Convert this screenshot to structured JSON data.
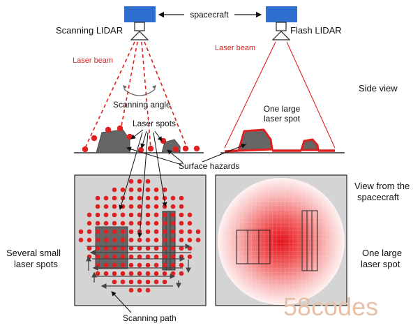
{
  "labels": {
    "spacecraft": "spacecraft",
    "scanning_lidar": "Scanning LIDAR",
    "flash_lidar": "Flash LIDAR",
    "laser_beam_left": "Laser beam",
    "laser_beam_right": "Laser beam",
    "scanning_angle": "Scanning angle",
    "laser_spots": "Laser spots",
    "one_large_laser_spot_side": [
      "One large",
      "laser spot"
    ],
    "side_view": "Side view",
    "surface_hazards": "Surface hazards",
    "view_from_spacecraft": [
      "View from the",
      "spacecraft"
    ],
    "several_small_laser_spots": [
      "Several small",
      "laser spots"
    ],
    "one_large_laser_spot_top": [
      "One large",
      "laser spot"
    ],
    "scanning_path": "Scanning path",
    "watermark": "58codes"
  },
  "colors": {
    "device_blue": "#2e6fd0",
    "laser_red": "#e02020",
    "hazard_gray": "#666666",
    "panel_gray": "#d4d4d4",
    "text": "#111111",
    "watermark": "#e8c0a8"
  }
}
